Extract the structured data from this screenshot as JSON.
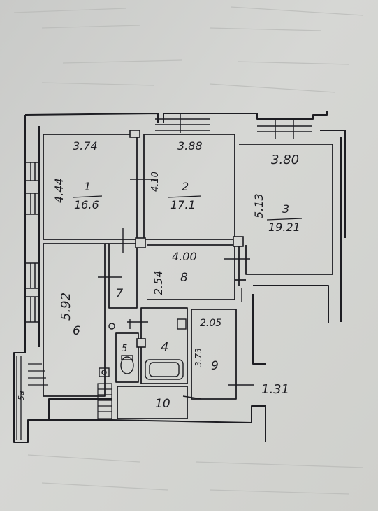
{
  "rooms": [
    {
      "id": "1",
      "area": "16.6"
    },
    {
      "id": "2",
      "area": "17.1"
    },
    {
      "id": "3",
      "area": "19.21"
    },
    {
      "id": "4"
    },
    {
      "id": "5"
    },
    {
      "id": "6"
    },
    {
      "id": "7"
    },
    {
      "id": "8"
    },
    {
      "id": "9"
    },
    {
      "id": "10"
    }
  ],
  "dimensions": {
    "room1_width": "3.74",
    "room1_depth": "4.44",
    "room2_width": "3.88",
    "room2_depth": "4.10",
    "room3_width": "3.80",
    "room3_depth": "5.13",
    "room6_depth": "5.92",
    "room8_width": "4.00",
    "room8_depth": "2.54",
    "room9_width": "2.05",
    "room9_depth": "3.73",
    "ext_note": "1.31",
    "stair_note": "5а"
  },
  "colors": {
    "paper": "#d3d4d1",
    "ink": "#1d1d22"
  }
}
